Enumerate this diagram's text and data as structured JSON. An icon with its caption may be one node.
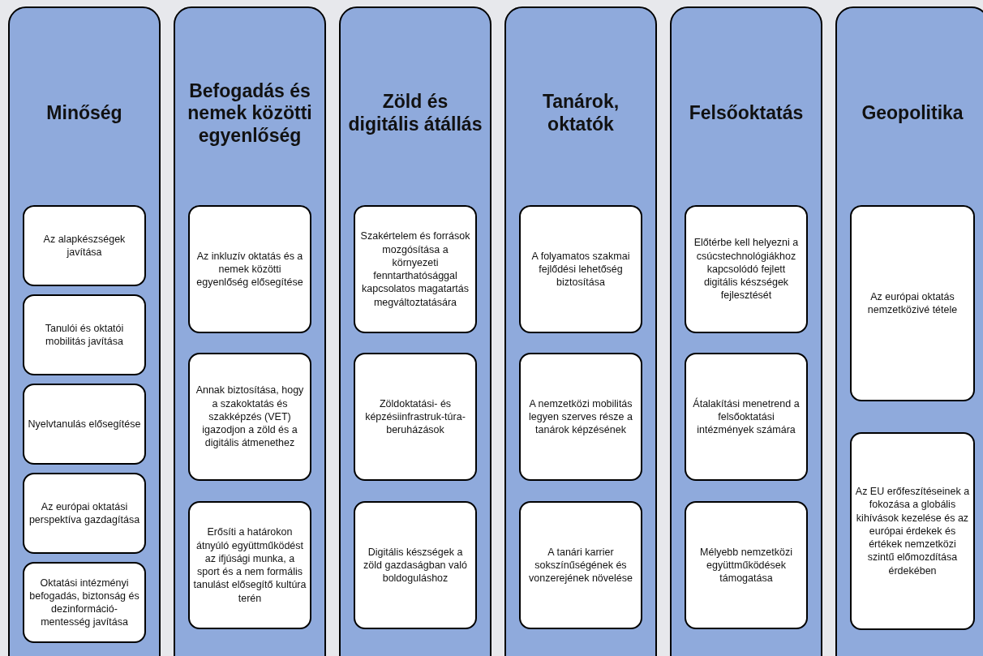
{
  "diagram": {
    "nodes": [
      {
        "text": [
          "Minőség"
        ]
      },
      {
        "text": [
          "Az alapkészségek javítása"
        ],
        "in": 0
      },
      {
        "text": [
          "Tanulói és oktatói mobilitás javítása"
        ],
        "in": 0
      },
      {
        "text": [
          "Nyelvtanulás elősegítése"
        ],
        "in": 0
      },
      {
        "text": [
          "Az európai oktatási perspektíva gazdagítása"
        ],
        "in": 0
      },
      {
        "text": [
          "Oktatási intézményi befogadás, biztonság és dezinformáció-mentesség javítása"
        ],
        "in": 0
      },
      {
        "text": [
          "Befogadás és nemek közötti egyenlőség"
        ]
      },
      {
        "text": [
          "Az inkluzív oktatás és a nemek közötti egyenlőség elősegítése"
        ],
        "in": 6
      },
      {
        "text": [
          "Annak biztosítása, hogy a szakoktatás és szakképzés (VET) igazodjon a zöld és a digitális átmenethez"
        ],
        "in": 6
      },
      {
        "text": [
          "Erősíti a határokon átnyúló együttműködést az ifjúsági munka, a sport és a nem formális tanulást elősegítő kultúra terén"
        ],
        "in": 6
      },
      {
        "text": [
          "Zöld és digitális átállás"
        ]
      },
      {
        "text": [
          "Szakértelem és források mozgósítása a környezeti fenntarthatósággal kapcsolatos magatartás megváltoztatására"
        ],
        "in": 10
      },
      {
        "text": [
          "Zöldoktatási- és képzésiinfrastruk-túra-beruházások"
        ],
        "in": 10
      },
      {
        "text": [
          "Digitális készségek a zöld gazdaságban való boldoguláshoz"
        ],
        "in": 10
      },
      {
        "text": [
          "Tanárok, oktatók"
        ]
      },
      {
        "text": [
          "A folyamatos szakmai fejlődési lehetőség biztosítása"
        ],
        "in": 14
      },
      {
        "text": [
          "A nemzetközi mobilitás legyen szerves része a tanárok képzésének"
        ],
        "in": 14
      },
      {
        "text": [
          "A tanári karrier sokszínűségének és vonzerejének növelése"
        ],
        "in": 14
      },
      {
        "text": [
          "Felsőoktatás"
        ]
      },
      {
        "text": [
          "Előtérbe kell helyezni a csúcstechnológiákhoz kapcsolódó fejlett digitális készségek fejlesztését"
        ],
        "in": 18
      },
      {
        "text": [
          "Átalakítási menetrend a felsőoktatási intézmények számára"
        ],
        "in": 18
      },
      {
        "text": [
          "Mélyebb nemzetközi együttműködések támogatása"
        ],
        "in": 18
      },
      {
        "text": [
          "Geopolitika"
        ]
      },
      {
        "text": [
          "Az európai oktatás nemzetközivé tétele"
        ],
        "in": 22
      },
      {
        "text": [
          "Az EU erőfeszítéseinek a fokozása a globális kihívások kezelése és az európai érdekek és értékek nemzetközi szintű előmozdítása érdekében"
        ],
        "in": 22
      }
    ]
  }
}
